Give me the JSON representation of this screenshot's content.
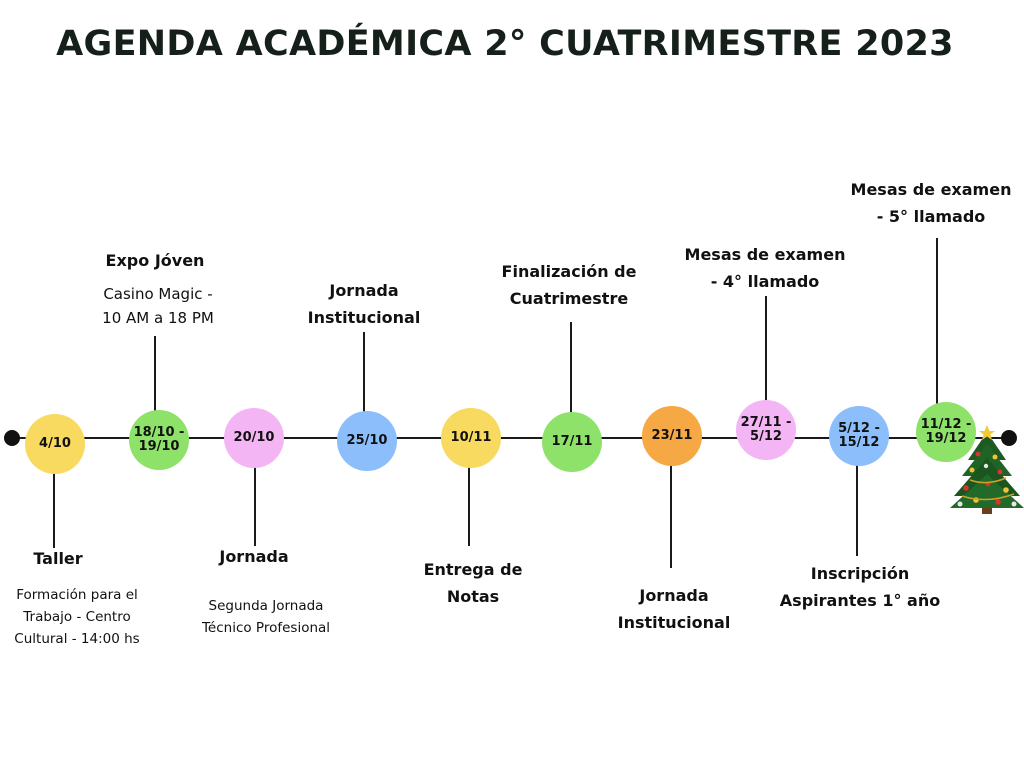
{
  "title": "AGENDA ACADÉMICA 2° CUATRIMESTRE 2023",
  "colors": {
    "yellow": "#f7da5f",
    "green": "#8ee26a",
    "pink": "#f4b5f5",
    "blue": "#8bbefb",
    "orange": "#f6a844",
    "line": "#1a1a1a"
  },
  "events": [
    {
      "date": "4/10",
      "color": "yellow",
      "title": "Taller",
      "description": "Formación para el\nTrabajo - Centro\nCultural - 14:00 hs"
    },
    {
      "date": "18/10 - 19/10",
      "color": "green",
      "title": "Expo Jóven",
      "description": "Casino Magic -\n10 AM a 18 PM"
    },
    {
      "date": "20/10",
      "color": "pink",
      "title": "Jornada",
      "description": "Segunda Jornada\nTécnico Profesional"
    },
    {
      "date": "25/10",
      "color": "blue",
      "title": "Jornada\nInstitucional",
      "description": ""
    },
    {
      "date": "10/11",
      "color": "yellow",
      "title": "Entrega de\nNotas",
      "description": ""
    },
    {
      "date": "17/11",
      "color": "green",
      "title": "Finalización de\nCuatrimestre",
      "description": ""
    },
    {
      "date": "23/11",
      "color": "orange",
      "title": "Jornada\nInstitucional",
      "description": ""
    },
    {
      "date": "27/11 - 5/12",
      "color": "pink",
      "title": "Mesas de examen\n- 4° llamado",
      "description": ""
    },
    {
      "date": "5/12 - 15/12",
      "color": "blue",
      "title": "Inscripción\nAspirantes 1° año",
      "description": ""
    },
    {
      "date": "11/12 - 19/12",
      "color": "green",
      "title": "Mesas de examen\n- 5° llamado",
      "description": ""
    }
  ],
  "icons": {
    "end_marker": "christmas-tree-icon"
  }
}
